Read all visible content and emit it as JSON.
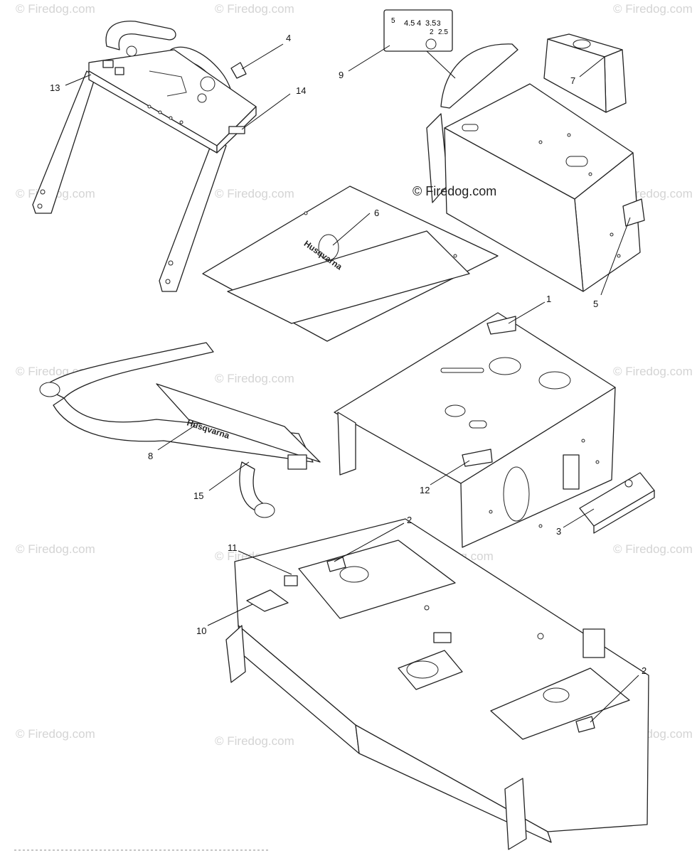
{
  "watermark": {
    "text": "© Firedog.com",
    "center_text": "© Firedog.com"
  },
  "brand": "Husqvarna",
  "decal_scale": [
    "4.5",
    "4",
    "3.5",
    "3",
    "2.5",
    "2",
    "5"
  ],
  "callouts": {
    "c1": "1",
    "c2a": "2",
    "c2b": "2",
    "c3": "3",
    "c4": "4",
    "c5": "5",
    "c6": "6",
    "c7": "7",
    "c8": "8",
    "c9": "9",
    "c10": "10",
    "c11": "11",
    "c12": "12",
    "c13": "13",
    "c14": "14",
    "c15": "15"
  }
}
